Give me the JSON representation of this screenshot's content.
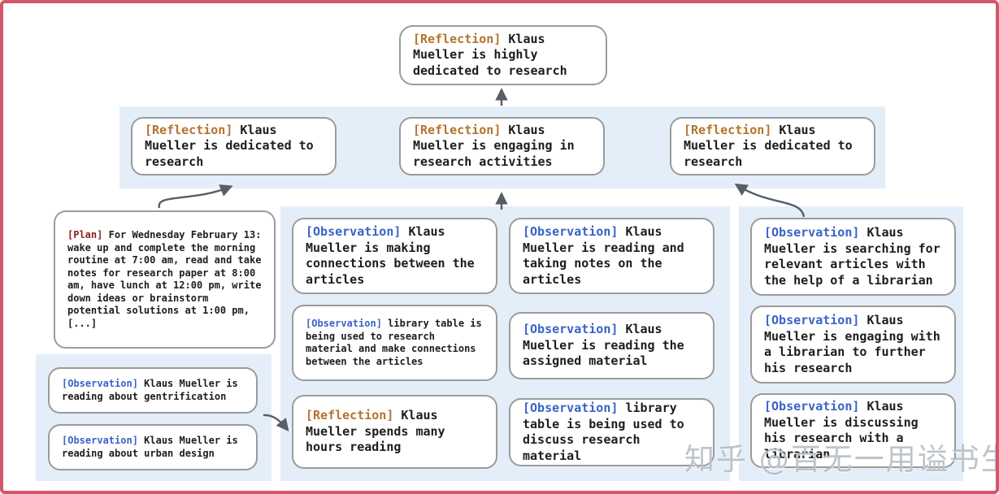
{
  "colors": {
    "page_border": "#d5566b",
    "panel_bg": "#e4eef9",
    "box_border": "#9b9b9b",
    "reflection_tag": "#b5732c",
    "observation_tag": "#3a63c6",
    "plan_tag": "#8f1d1d",
    "body_text": "#1d1d1d",
    "arrow": "#565e66"
  },
  "watermark": {
    "text": "知乎 @百无一用谥书生"
  },
  "diagram": {
    "root": {
      "tag": "[Reflection]",
      "text": "Klaus Mueller is highly dedicated to research"
    },
    "reflections": [
      {
        "tag": "[Reflection]",
        "text": "Klaus Mueller is dedicated to research"
      },
      {
        "tag": "[Reflection]",
        "text": "Klaus Mueller is engaging in research activities"
      },
      {
        "tag": "[Reflection]",
        "text": "Klaus Mueller is dedicated to research"
      }
    ],
    "plan": {
      "tag": "[Plan]",
      "text": "For Wednesday February 13: wake up and complete the morning routine at 7:00 am, read and take notes for research paper at 8:00 am, have lunch at 12:00 pm, write down ideas or brainstorm potential solutions at 1:00 pm, [...]"
    },
    "left_observations": [
      {
        "tag": "[Observation]",
        "text": "Klaus Mueller is reading about gentrification"
      },
      {
        "tag": "[Observation]",
        "text": "Klaus Mueller is reading about urban design"
      }
    ],
    "middle_col1": [
      {
        "tag": "[Observation]",
        "text": "Klaus Mueller is making connections between the articles"
      },
      {
        "tag": "[Observation]",
        "text": "library table is being used to research material and make connections between the articles"
      },
      {
        "tag": "[Reflection]",
        "text": "Klaus Mueller spends many hours reading"
      }
    ],
    "middle_col2": [
      {
        "tag": "[Observation]",
        "text": "Klaus Mueller is reading and taking notes on the articles"
      },
      {
        "tag": "[Observation]",
        "text": "Klaus Mueller is reading the assigned material"
      },
      {
        "tag": "[Observation]",
        "text": "library table is being used to discuss research material"
      }
    ],
    "right_observations": [
      {
        "tag": "[Observation]",
        "text": "Klaus Mueller is searching for relevant articles with the help of a librarian"
      },
      {
        "tag": "[Observation]",
        "text": "Klaus Mueller is engaging with a librarian to further his research"
      },
      {
        "tag": "[Observation]",
        "text": "Klaus Mueller is discussing his research with a librarian"
      }
    ]
  }
}
